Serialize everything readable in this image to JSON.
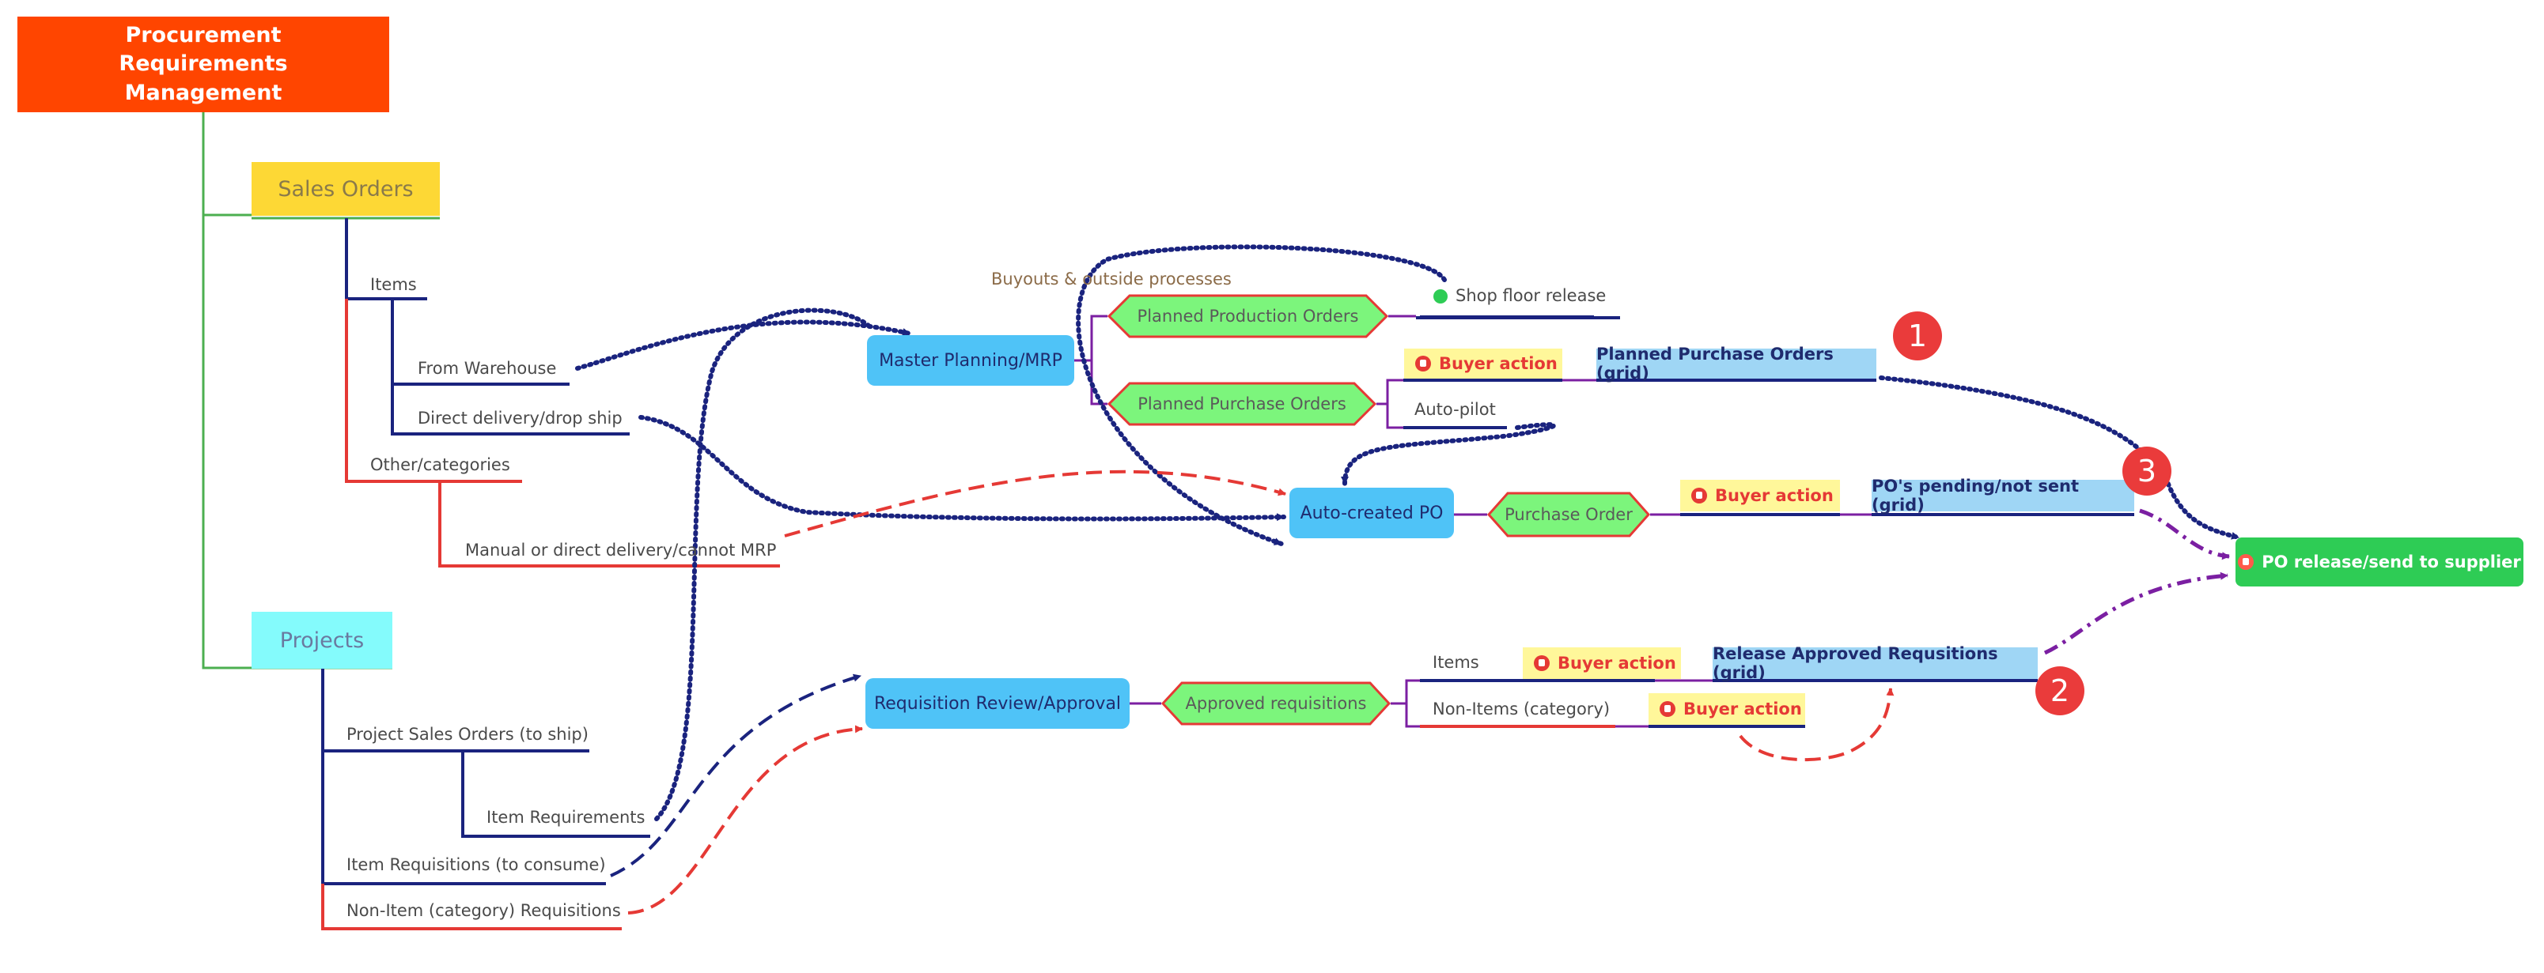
{
  "root": {
    "title": "Procurement Requirements Management"
  },
  "sales_orders": {
    "title": "Sales Orders",
    "items": "Items",
    "from_warehouse": "From Warehouse",
    "direct_delivery": "Direct delivery/drop ship",
    "other_categories": "Other/categories",
    "manual": "Manual or direct delivery/cannot MRP"
  },
  "projects": {
    "title": "Projects",
    "project_sales_orders": "Project Sales Orders (to ship)",
    "item_requirements": "Item Requirements",
    "item_requisitions": "Item Requisitions (to consume)",
    "non_item_requisitions": "Non-Item (category) Requisitions"
  },
  "processes": {
    "mrp": "Master Planning/MRP",
    "auto_po": "Auto-created PO",
    "req_review": "Requisition Review/Approval",
    "po_release": "PO release/send to supplier"
  },
  "outputs": {
    "planned_production": "Planned Production Orders",
    "planned_purchase": "Planned Purchase Orders",
    "purchase_order": "Purchase Order",
    "approved_requisitions": "Approved requisitions"
  },
  "labels": {
    "buyouts": "Buyouts & outside processes",
    "shop_floor": "Shop floor release",
    "auto_pilot": "Auto-pilot",
    "items": "Items",
    "non_items": "Non-Items (category)"
  },
  "actions": {
    "buyer_action": "Buyer action",
    "planned_po_grid": "Planned Purchase Orders (grid)",
    "pos_pending_grid": "PO's pending/not sent (grid)",
    "release_req_grid": "Release Approved Requsitions (grid)"
  },
  "badges": [
    "1",
    "2",
    "3"
  ],
  "colors": {
    "root": "#ff4500",
    "sales": "#fdd835",
    "projects": "#84fbfc",
    "process": "#4fc3f7",
    "hexagon": "#7cf57c",
    "release": "#2ecc55",
    "navy": "#1a237e",
    "red": "#e53935",
    "purple": "#7b1fa2"
  }
}
